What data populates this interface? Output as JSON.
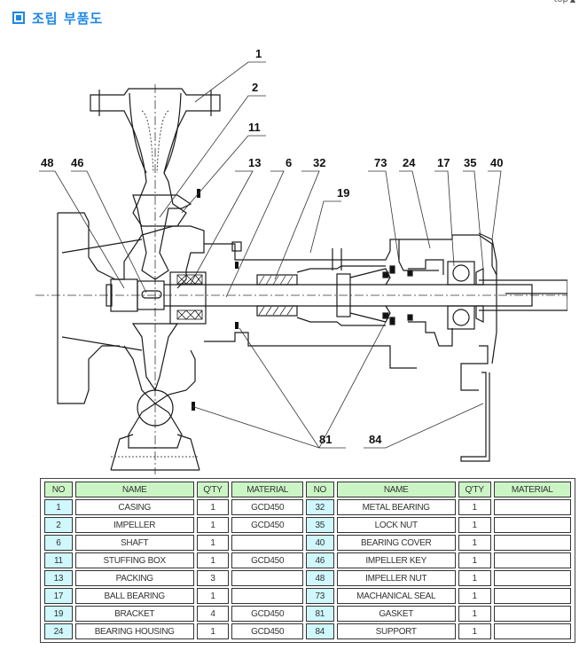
{
  "page": {
    "title": "조립 부품도",
    "title_icon": "square-bullet-icon",
    "top_link": "top",
    "accent_color": "#1e88e5"
  },
  "drawing": {
    "description": "Centrifugal pump assembly sectional drawing",
    "callouts": [
      "1",
      "2",
      "11",
      "48",
      "46",
      "13",
      "6",
      "32",
      "73",
      "24",
      "17",
      "35",
      "40",
      "19",
      "81",
      "84"
    ]
  },
  "parts_table": {
    "headers": [
      "NO",
      "NAME",
      "Q'TY",
      "MATERIAL",
      "NO",
      "NAME",
      "Q'TY",
      "MATERIAL"
    ],
    "header_color": "#ccf5c6",
    "no_cell_color": "#cff7fc",
    "rows": [
      {
        "left": {
          "no": "1",
          "name": "CASING",
          "qty": "1",
          "material": "GCD450"
        },
        "right": {
          "no": "32",
          "name": "METAL BEARING",
          "qty": "1",
          "material": ""
        }
      },
      {
        "left": {
          "no": "2",
          "name": "IMPELLER",
          "qty": "1",
          "material": "GCD450"
        },
        "right": {
          "no": "35",
          "name": "LOCK NUT",
          "qty": "1",
          "material": ""
        }
      },
      {
        "left": {
          "no": "6",
          "name": "SHAFT",
          "qty": "1",
          "material": ""
        },
        "right": {
          "no": "40",
          "name": "BEARING COVER",
          "qty": "1",
          "material": ""
        }
      },
      {
        "left": {
          "no": "11",
          "name": "STUFFING BOX",
          "qty": "1",
          "material": "GCD450"
        },
        "right": {
          "no": "46",
          "name": "IMPELLER KEY",
          "qty": "1",
          "material": ""
        }
      },
      {
        "left": {
          "no": "13",
          "name": "PACKING",
          "qty": "3",
          "material": ""
        },
        "right": {
          "no": "48",
          "name": "IMPELLER NUT",
          "qty": "1",
          "material": ""
        }
      },
      {
        "left": {
          "no": "17",
          "name": "BALL BEARING",
          "qty": "1",
          "material": ""
        },
        "right": {
          "no": "73",
          "name": "MACHANICAL SEAL",
          "qty": "1",
          "material": ""
        }
      },
      {
        "left": {
          "no": "19",
          "name": "BRACKET",
          "qty": "4",
          "material": "GCD450"
        },
        "right": {
          "no": "81",
          "name": "GASKET",
          "qty": "1",
          "material": ""
        }
      },
      {
        "left": {
          "no": "24",
          "name": "BEARING HOUSING",
          "qty": "1",
          "material": "GCD450"
        },
        "right": {
          "no": "84",
          "name": "SUPPORT",
          "qty": "1",
          "material": ""
        }
      }
    ]
  }
}
